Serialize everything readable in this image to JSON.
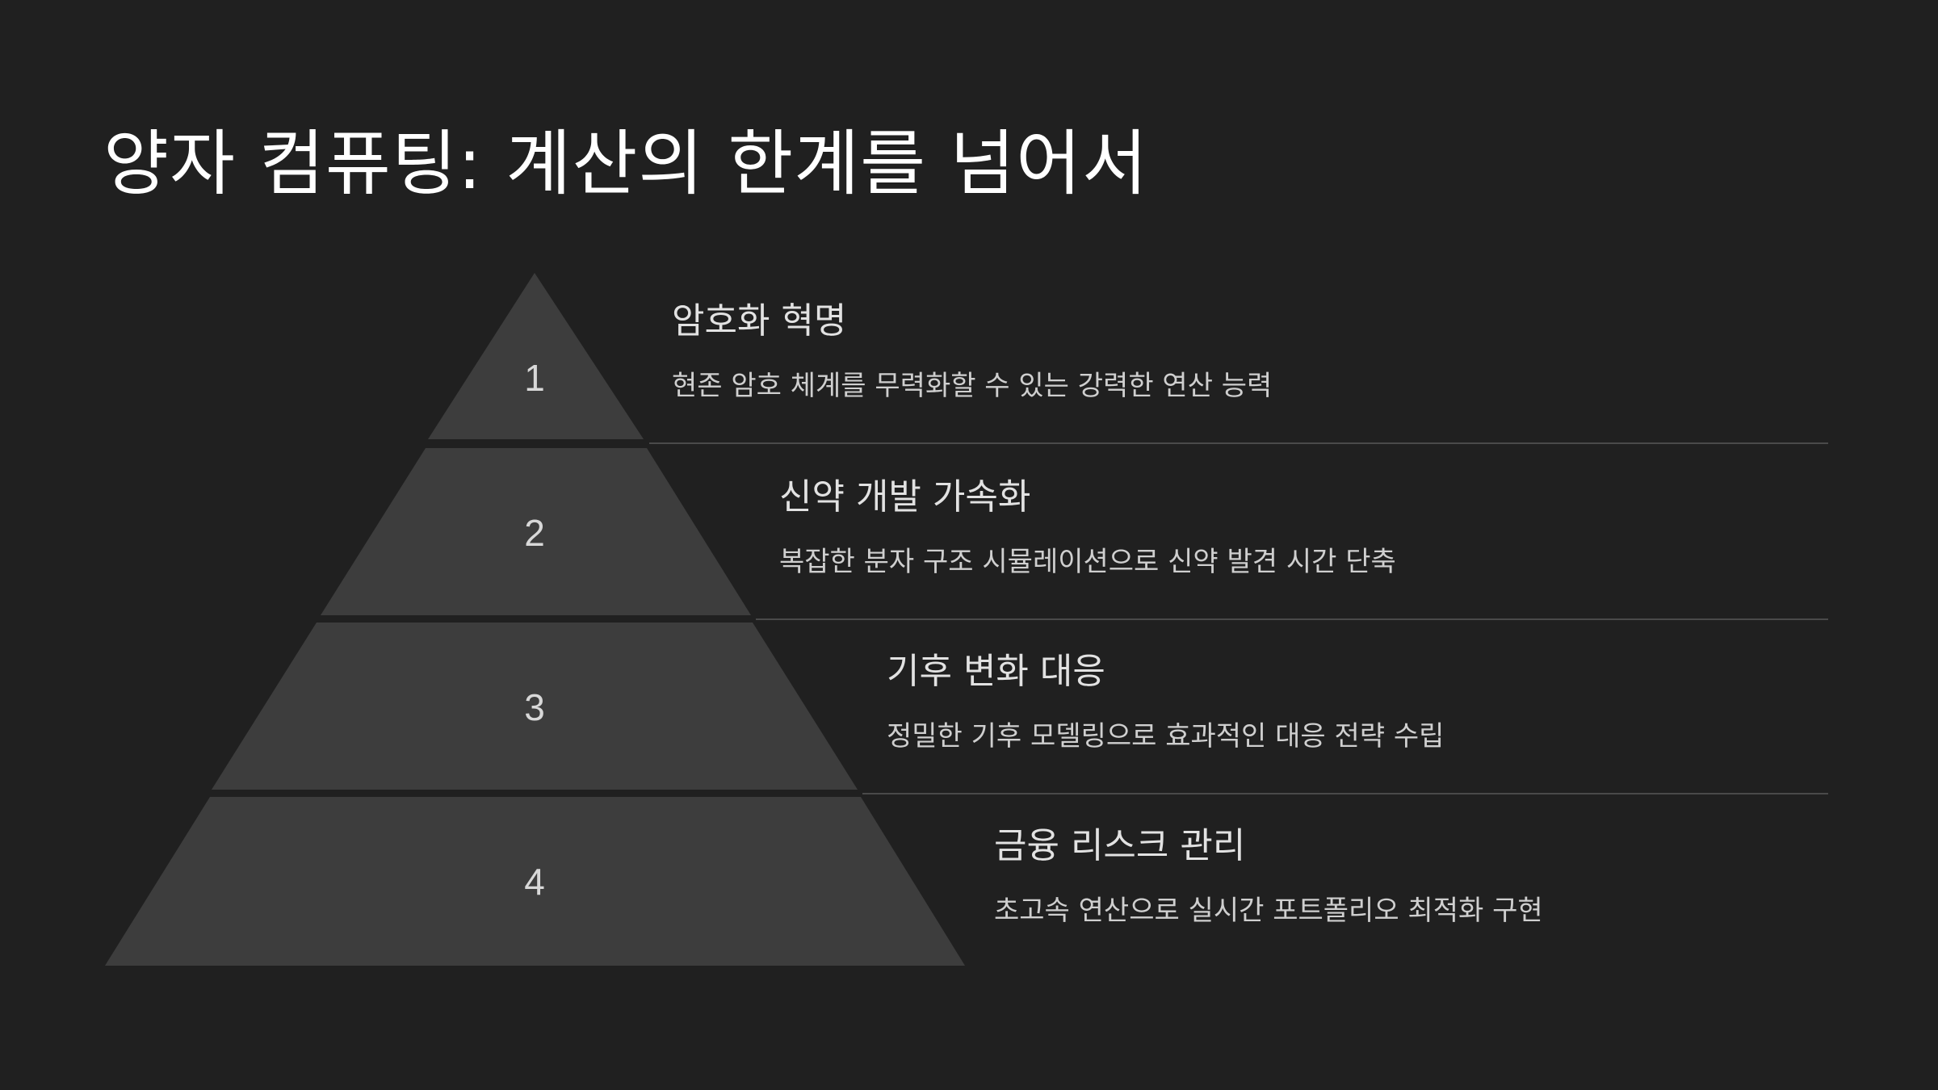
{
  "title": "양자 컴퓨팅: 계산의 한계를 넘어서",
  "colors": {
    "background": "#202020",
    "pyramid_tier": "#3d3d3d",
    "title_text": "#ffffff",
    "heading_text": "#e2e2e2",
    "description_text": "#cfcfcf",
    "divider": "#4a4a4a"
  },
  "levels": [
    {
      "number": "1",
      "heading": "암호화 혁명",
      "description": "현존 암호 체계를 무력화할 수 있는 강력한 연산 능력"
    },
    {
      "number": "2",
      "heading": "신약 개발 가속화",
      "description": "복잡한 분자 구조 시뮬레이션으로 신약 발견 시간 단축"
    },
    {
      "number": "3",
      "heading": "기후 변화 대응",
      "description": "정밀한 기후 모델링으로 효과적인 대응 전략 수립"
    },
    {
      "number": "4",
      "heading": "금융 리스크 관리",
      "description": "초고속 연산으로 실시간 포트폴리오 최적화 구현"
    }
  ]
}
